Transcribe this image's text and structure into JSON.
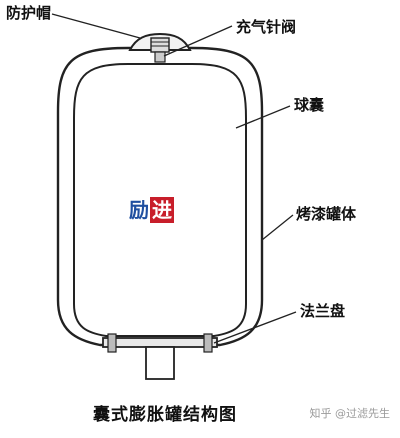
{
  "labels": {
    "cap": "防护帽",
    "valve": "充气针阀",
    "bladder": "球囊",
    "tank": "烤漆罐体",
    "flange": "法兰盘"
  },
  "caption": "囊式膨胀罐结构图",
  "logo": {
    "part1": "励",
    "part2": "进"
  },
  "watermark": "知乎 @过滤先生",
  "colors": {
    "logo_blue": "#1f4fa0",
    "logo_red": "#c81e2a",
    "line": "#222222"
  }
}
